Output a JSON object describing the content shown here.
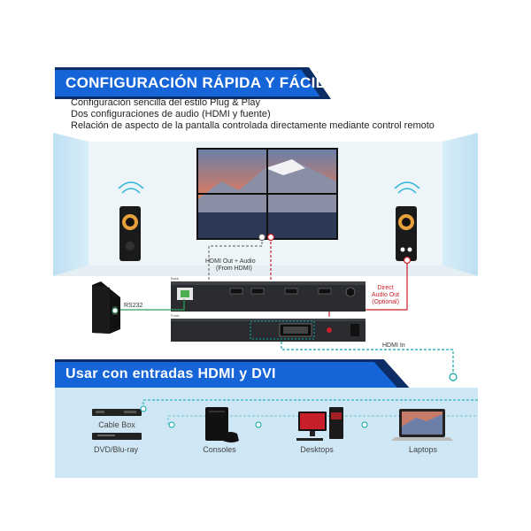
{
  "banner_top": "CONFIGURACIÓN RÁPIDA Y FÁCIL",
  "features": [
    "Configuración sencilla del estilo Plug & Play",
    "Dos configuraciones de audio (HDMI y fuente)",
    "Relación de aspecto de la pantalla controlada directamente mediante control remoto"
  ],
  "labels": {
    "hdmi_out_line1": "HDMI Out + Audio",
    "hdmi_out_line2": "(From HDMI)",
    "direct_line1": "Direct",
    "direct_line2": "Audio Out",
    "direct_line3": "(Optional)",
    "rs232": "RS232",
    "back": "Back",
    "front": "Front",
    "hdmi_in": "HDMI In"
  },
  "banner_bottom": "Usar con entradas HDMI y DVI",
  "sources": [
    {
      "icon": "cable-box-icon",
      "label": "Cable Box"
    },
    {
      "icon": "dvd-player-icon",
      "label": "DVD/Blu-ray"
    },
    {
      "icon": "console-icon",
      "label": "Consoles"
    },
    {
      "icon": "desktop-icon",
      "label": "Desktops"
    },
    {
      "icon": "laptop-icon",
      "label": "Laptops"
    }
  ],
  "colors": {
    "banner_blue": "#1565d8",
    "banner_dark": "#0d2d66",
    "accent_teal": "#0aa7a7",
    "accent_red": "#c8202a",
    "wall": "#cfe7f5"
  }
}
